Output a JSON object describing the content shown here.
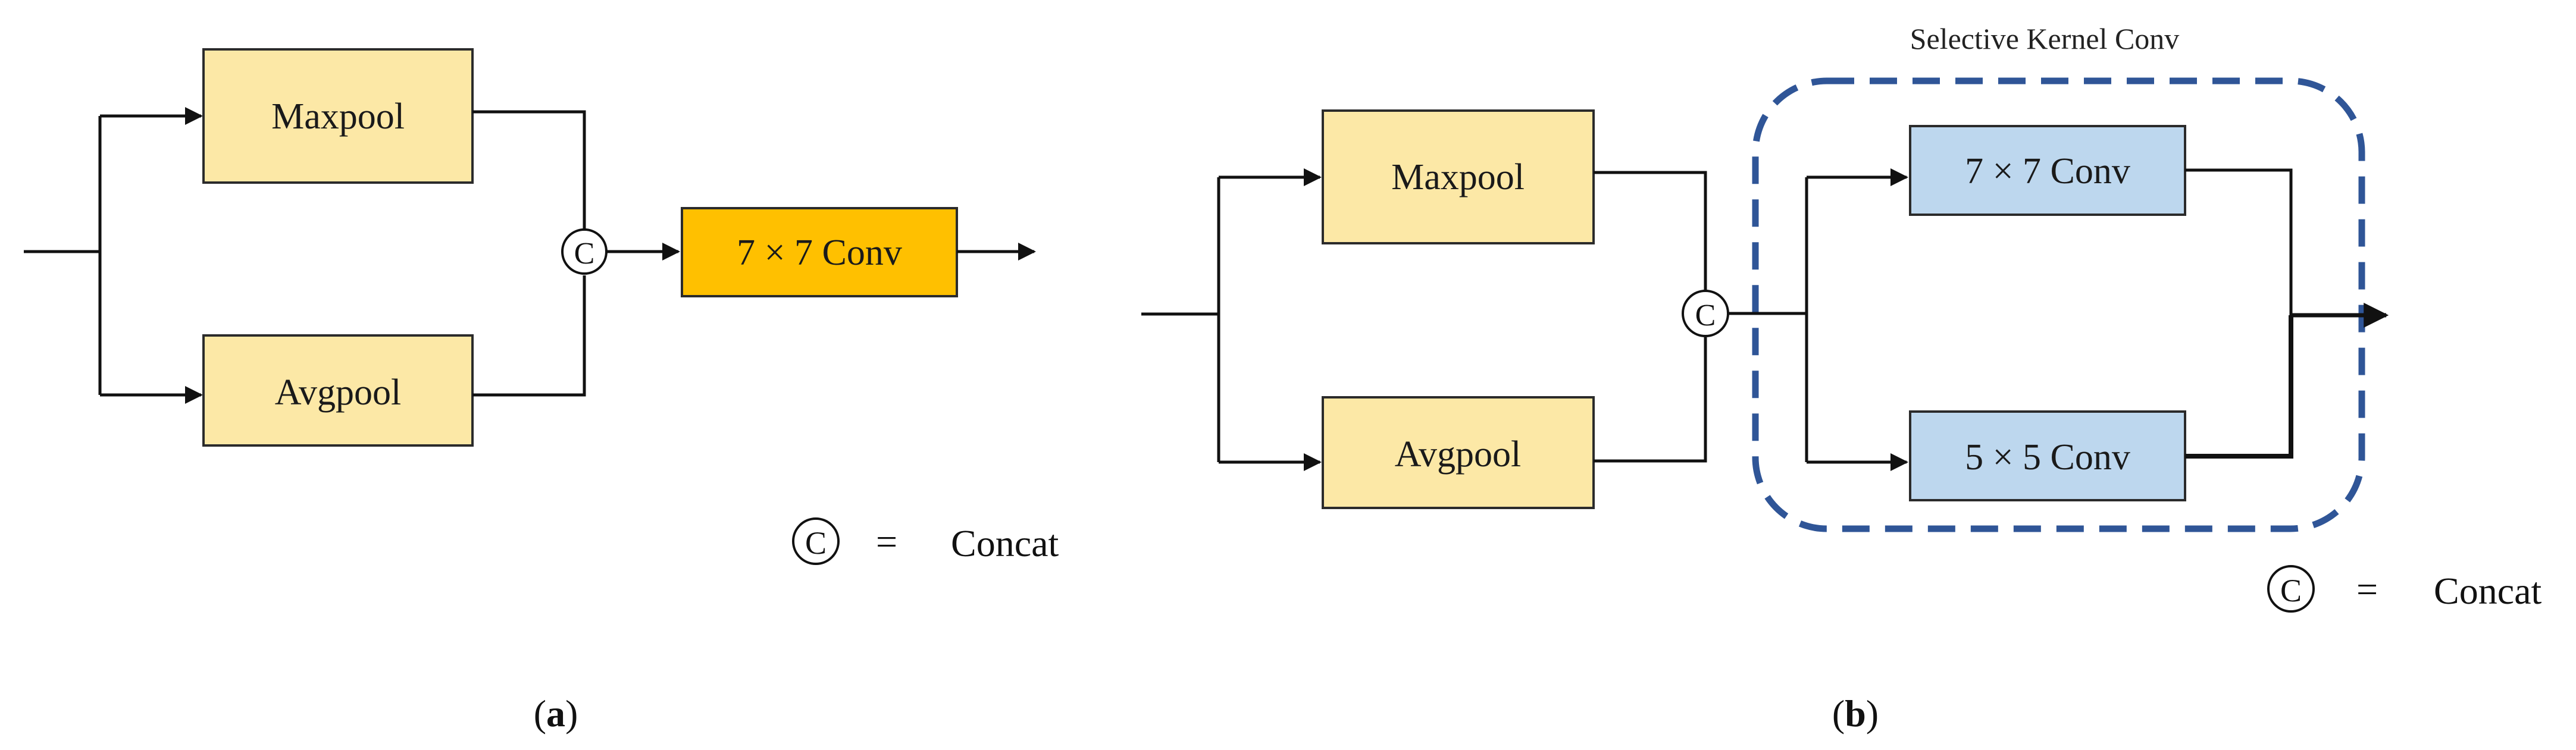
{
  "panel_a": {
    "boxes": {
      "maxpool": "Maxpool",
      "avgpool": "Avgpool",
      "conv": "7 × 7 Conv"
    },
    "concat_symbol": "C",
    "legend": {
      "symbol": "C",
      "equals": "=",
      "label": "Concat"
    },
    "caption": {
      "open": "(",
      "letter": "a",
      "close": ")"
    }
  },
  "panel_b": {
    "group_title": "Selective Kernel Conv",
    "boxes": {
      "maxpool": "Maxpool",
      "avgpool": "Avgpool",
      "conv7": "7 × 7 Conv",
      "conv5": "5 × 5 Conv"
    },
    "concat_symbol": "C",
    "legend": {
      "symbol": "C",
      "equals": "=",
      "label": "Concat"
    },
    "caption": {
      "open": "(",
      "letter": "b",
      "close": ")"
    }
  },
  "colors": {
    "pool_fill": "#FCE8A6",
    "pool_stroke": "#2b2b2b",
    "conv_a_fill": "#FFC000",
    "conv_b_fill": "#BDD7EE",
    "dashed_group": "#2F5597",
    "line": "#111111"
  }
}
